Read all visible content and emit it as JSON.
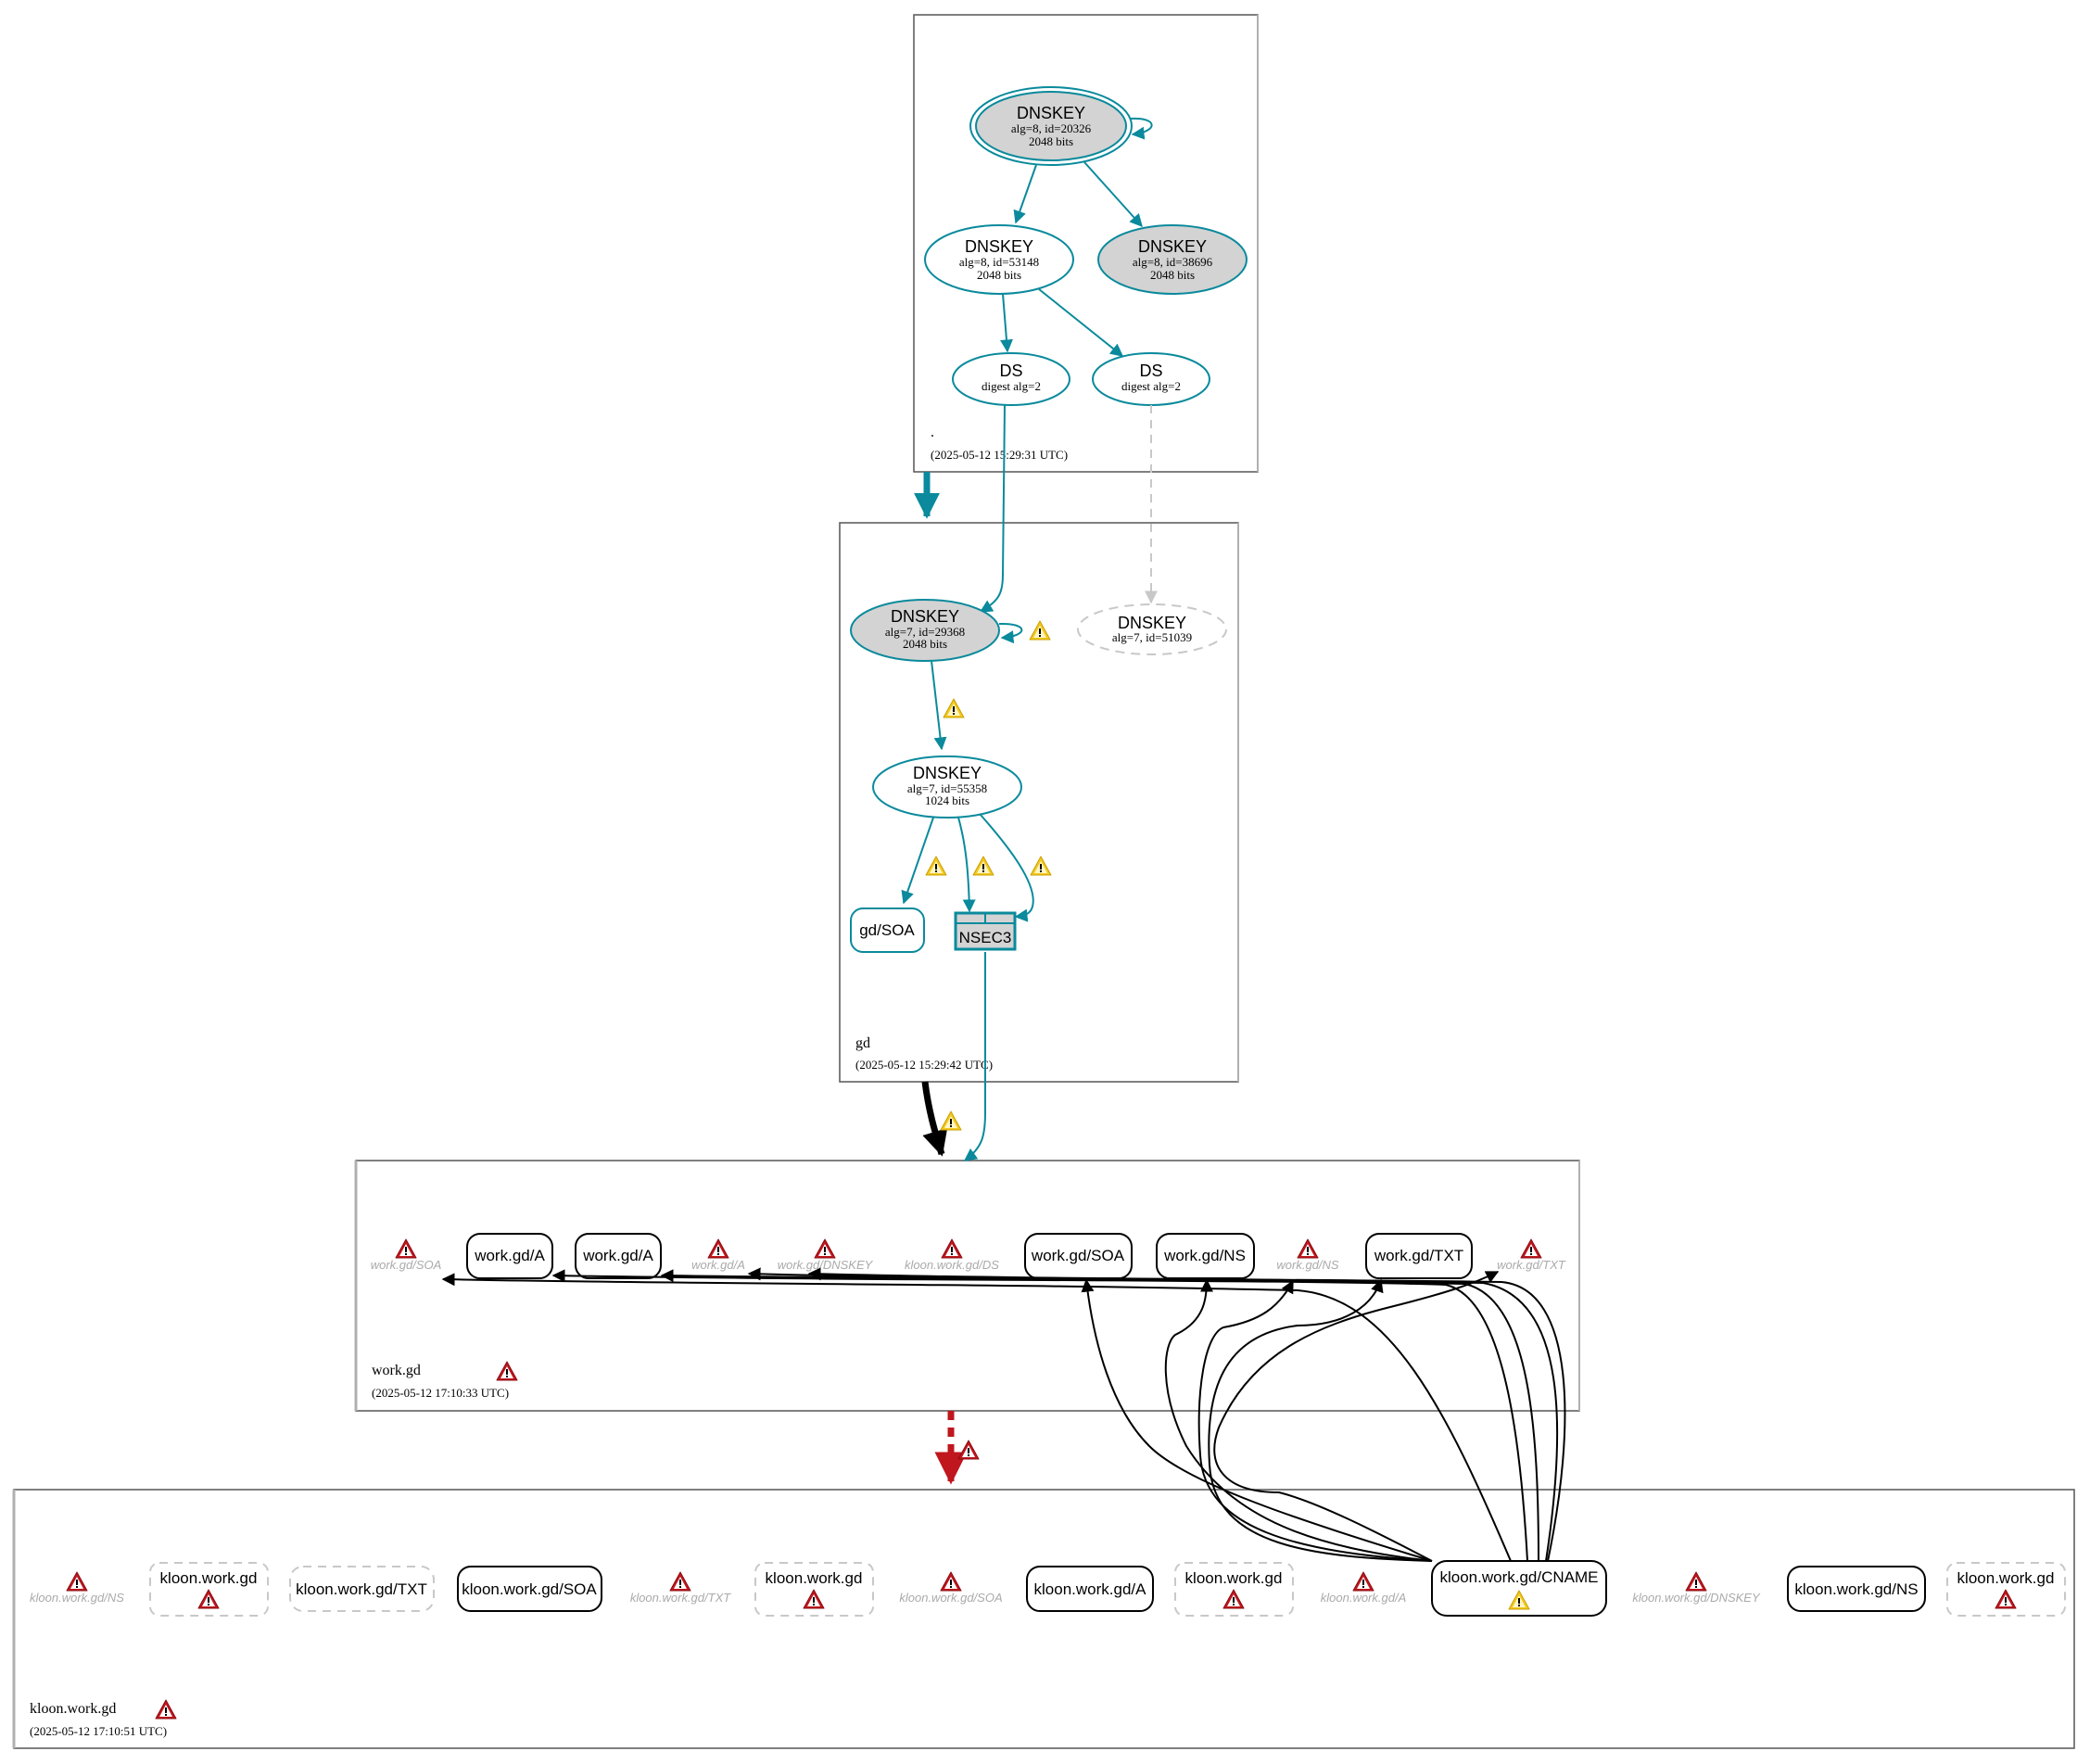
{
  "colors": {
    "teal": "#0a8a9c",
    "key_fill": "#d3d3d3",
    "ghost": "#c8c8c8",
    "black": "#000000",
    "error_red": "#c0161e",
    "warning_yellow": "#f3c820"
  },
  "zones": {
    "root": {
      "name": ".",
      "timestamp": "(2025-05-12 15:29:31 UTC)",
      "nodes": {
        "ksk": {
          "type": "DNSKEY",
          "line1": "alg=8, id=20326",
          "line2": "2048 bits"
        },
        "zsk1": {
          "type": "DNSKEY",
          "line1": "alg=8, id=53148",
          "line2": "2048 bits"
        },
        "zsk2": {
          "type": "DNSKEY",
          "line1": "alg=8, id=38696",
          "line2": "2048 bits"
        },
        "ds1": {
          "type": "DS",
          "line1": "digest alg=2"
        },
        "ds2": {
          "type": "DS",
          "line1": "digest alg=2"
        }
      }
    },
    "gd": {
      "name": "gd",
      "timestamp": "(2025-05-12 15:29:42 UTC)",
      "nodes": {
        "ksk": {
          "type": "DNSKEY",
          "line1": "alg=7, id=29368",
          "line2": "2048 bits"
        },
        "missing": {
          "type": "DNSKEY",
          "line1": "alg=7, id=51039"
        },
        "zsk": {
          "type": "DNSKEY",
          "line1": "alg=7, id=55358",
          "line2": "1024 bits"
        },
        "soa": {
          "label": "gd/SOA"
        },
        "nsec3": {
          "label": "NSEC3"
        }
      }
    },
    "workgd": {
      "name": "work.gd",
      "timestamp": "(2025-05-12 17:10:33 UTC)",
      "items": [
        {
          "kind": "ghost",
          "label": "work.gd/SOA"
        },
        {
          "kind": "rr",
          "label": "work.gd/A"
        },
        {
          "kind": "rr",
          "label": "work.gd/A"
        },
        {
          "kind": "ghost",
          "label": "work.gd/A"
        },
        {
          "kind": "ghost",
          "label": "work.gd/DNSKEY"
        },
        {
          "kind": "ghost",
          "label": "kloon.work.gd/DS"
        },
        {
          "kind": "rr",
          "label": "work.gd/SOA"
        },
        {
          "kind": "rr",
          "label": "work.gd/NS"
        },
        {
          "kind": "ghost",
          "label": "work.gd/NS"
        },
        {
          "kind": "rr",
          "label": "work.gd/TXT"
        },
        {
          "kind": "ghost",
          "label": "work.gd/TXT"
        }
      ]
    },
    "kloon": {
      "name": "kloon.work.gd",
      "timestamp": "(2025-05-12 17:10:51 UTC)",
      "items": [
        {
          "kind": "ghost",
          "label": "kloon.work.gd/NS"
        },
        {
          "kind": "nx",
          "label": "kloon.work.gd"
        },
        {
          "kind": "dashed",
          "label": "kloon.work.gd/TXT"
        },
        {
          "kind": "rr",
          "label": "kloon.work.gd/SOA"
        },
        {
          "kind": "ghost",
          "label": "kloon.work.gd/TXT"
        },
        {
          "kind": "nx",
          "label": "kloon.work.gd"
        },
        {
          "kind": "ghost",
          "label": "kloon.work.gd/SOA"
        },
        {
          "kind": "rr",
          "label": "kloon.work.gd/A"
        },
        {
          "kind": "nx",
          "label": "kloon.work.gd"
        },
        {
          "kind": "ghost",
          "label": "kloon.work.gd/A"
        },
        {
          "kind": "cname",
          "label": "kloon.work.gd/CNAME"
        },
        {
          "kind": "ghost",
          "label": "kloon.work.gd/DNSKEY"
        },
        {
          "kind": "rr",
          "label": "kloon.work.gd/NS"
        },
        {
          "kind": "nx",
          "label": "kloon.work.gd"
        }
      ]
    }
  }
}
